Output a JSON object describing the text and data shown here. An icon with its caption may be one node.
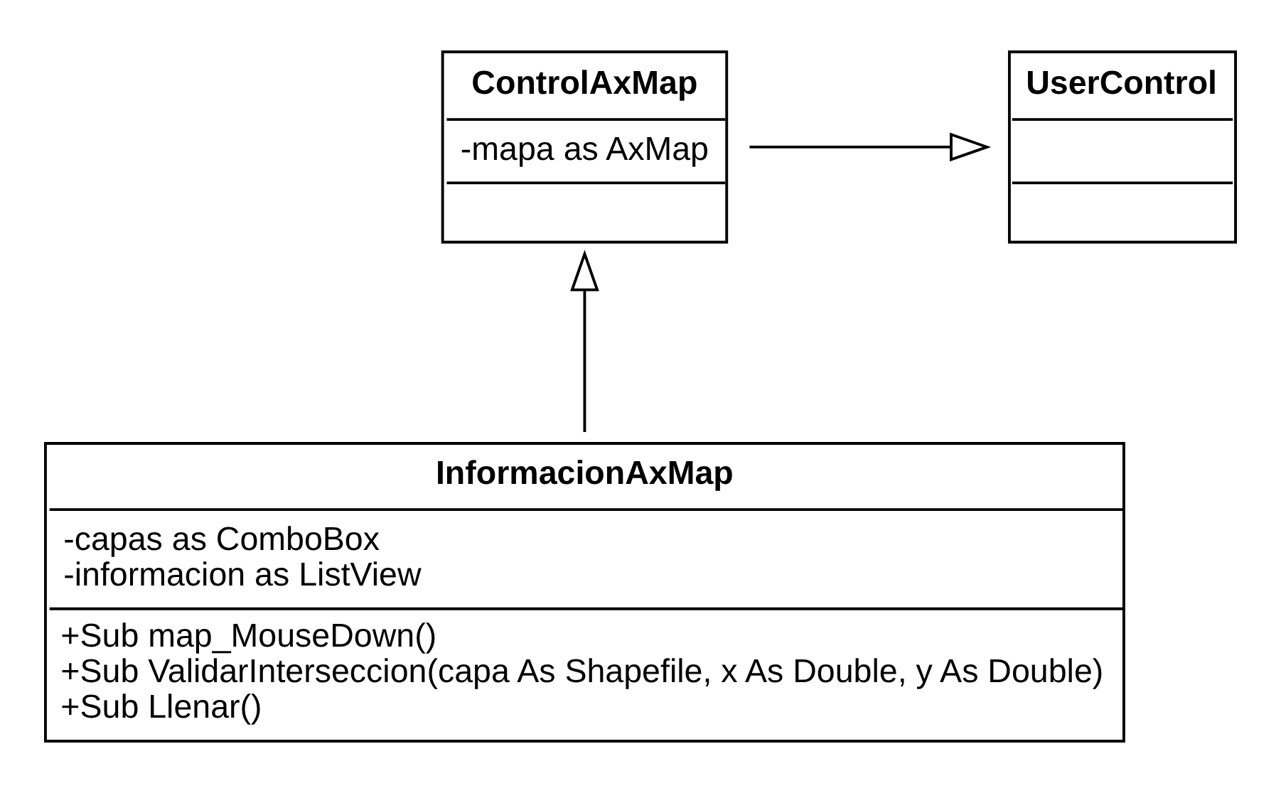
{
  "diagram": {
    "nodes": [
      {
        "text": [
          "UserControl"
        ]
      },
      {
        "text": [
          "ControlAxMap",
          "-mapa as AxMap"
        ]
      },
      {
        "text": [
          "InformacionAxMap",
          "-capas as ComboBox",
          "-informacion as ListView",
          "+Sub map_MouseDown()",
          "+Sub ValidarInterseccion(capa As Shapefile, x As Double, y As Double)",
          "+Sub Llenar()"
        ]
      }
    ],
    "edges": [
      {
        "from": 1,
        "to": 0,
        "arrow": "to"
      },
      {
        "from": 2,
        "to": 1,
        "arrow": "to"
      }
    ]
  }
}
